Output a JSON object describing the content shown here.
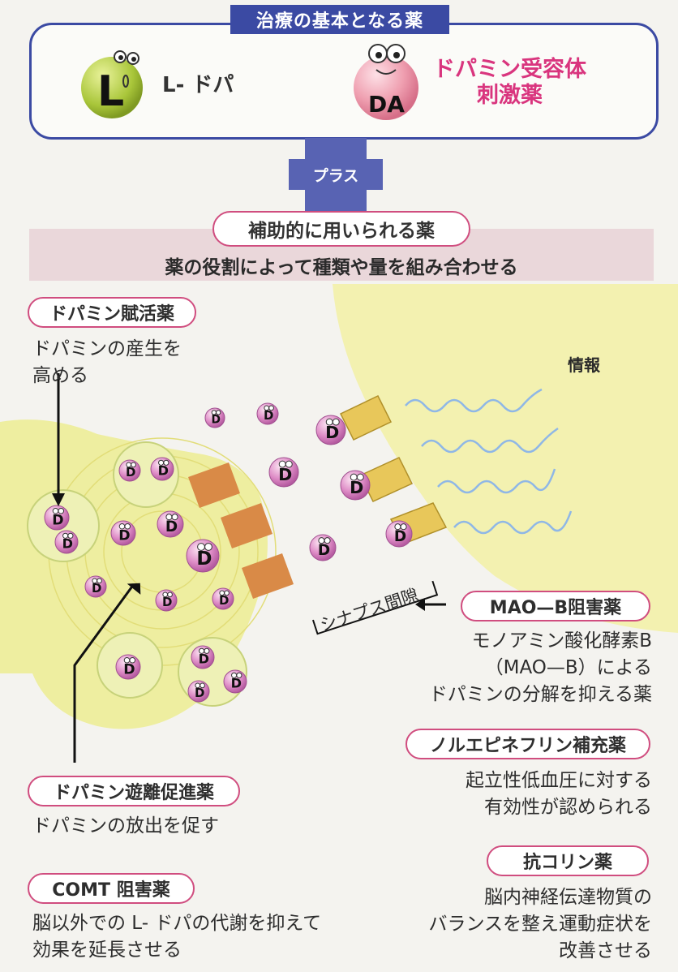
{
  "header": {
    "title": "治療の基本となる薬",
    "ldopa": {
      "letter": "L",
      "label": "L- ドパ"
    },
    "agonist": {
      "letter": "DA",
      "line1": "ドパミン受容体",
      "line2": "刺激薬"
    }
  },
  "plus_label": "プラス",
  "auxiliary": {
    "title": "補助的に用いられる薬",
    "subtitle": "薬の役割によって種類や量を組み合わせる"
  },
  "diagram": {
    "dopamine_letter": "D",
    "info_label": "情報",
    "synapse_label": "シナプス間隙"
  },
  "drugs": {
    "activator": {
      "name": "ドパミン賦活薬",
      "desc1": "ドパミンの産生を",
      "desc2": "高める"
    },
    "releaser": {
      "name": "ドパミン遊離促進薬",
      "desc1": "ドパミンの放出を促す"
    },
    "comt": {
      "name": "COMT 阻害薬",
      "desc1": "脳以外での L- ドパの代謝を抑えて",
      "desc2": "効果を延長させる"
    },
    "maob": {
      "name": "MAO—B阻害薬",
      "desc1": "モノアミン酸化酵素B",
      "desc2": "（MAO—B）による",
      "desc3": "ドパミンの分解を抑える薬"
    },
    "norepi": {
      "name": "ノルエピネフリン補充薬",
      "desc1": "起立性低血圧に対する",
      "desc2": "有効性が認められる"
    },
    "anticholinergic": {
      "name": "抗コリン薬",
      "desc1": "脳内神経伝達物質の",
      "desc2": "バランスを整え運動症状を",
      "desc3": "改善させる"
    }
  },
  "colors": {
    "navy": "#3b4aa3",
    "pink": "#d04d7f",
    "neuron_yellow": "#f1f0a8",
    "dopamine_pink": "#d77bc4",
    "receptor_gold": "#e8c75a",
    "wave_blue": "#8fb7e6"
  }
}
